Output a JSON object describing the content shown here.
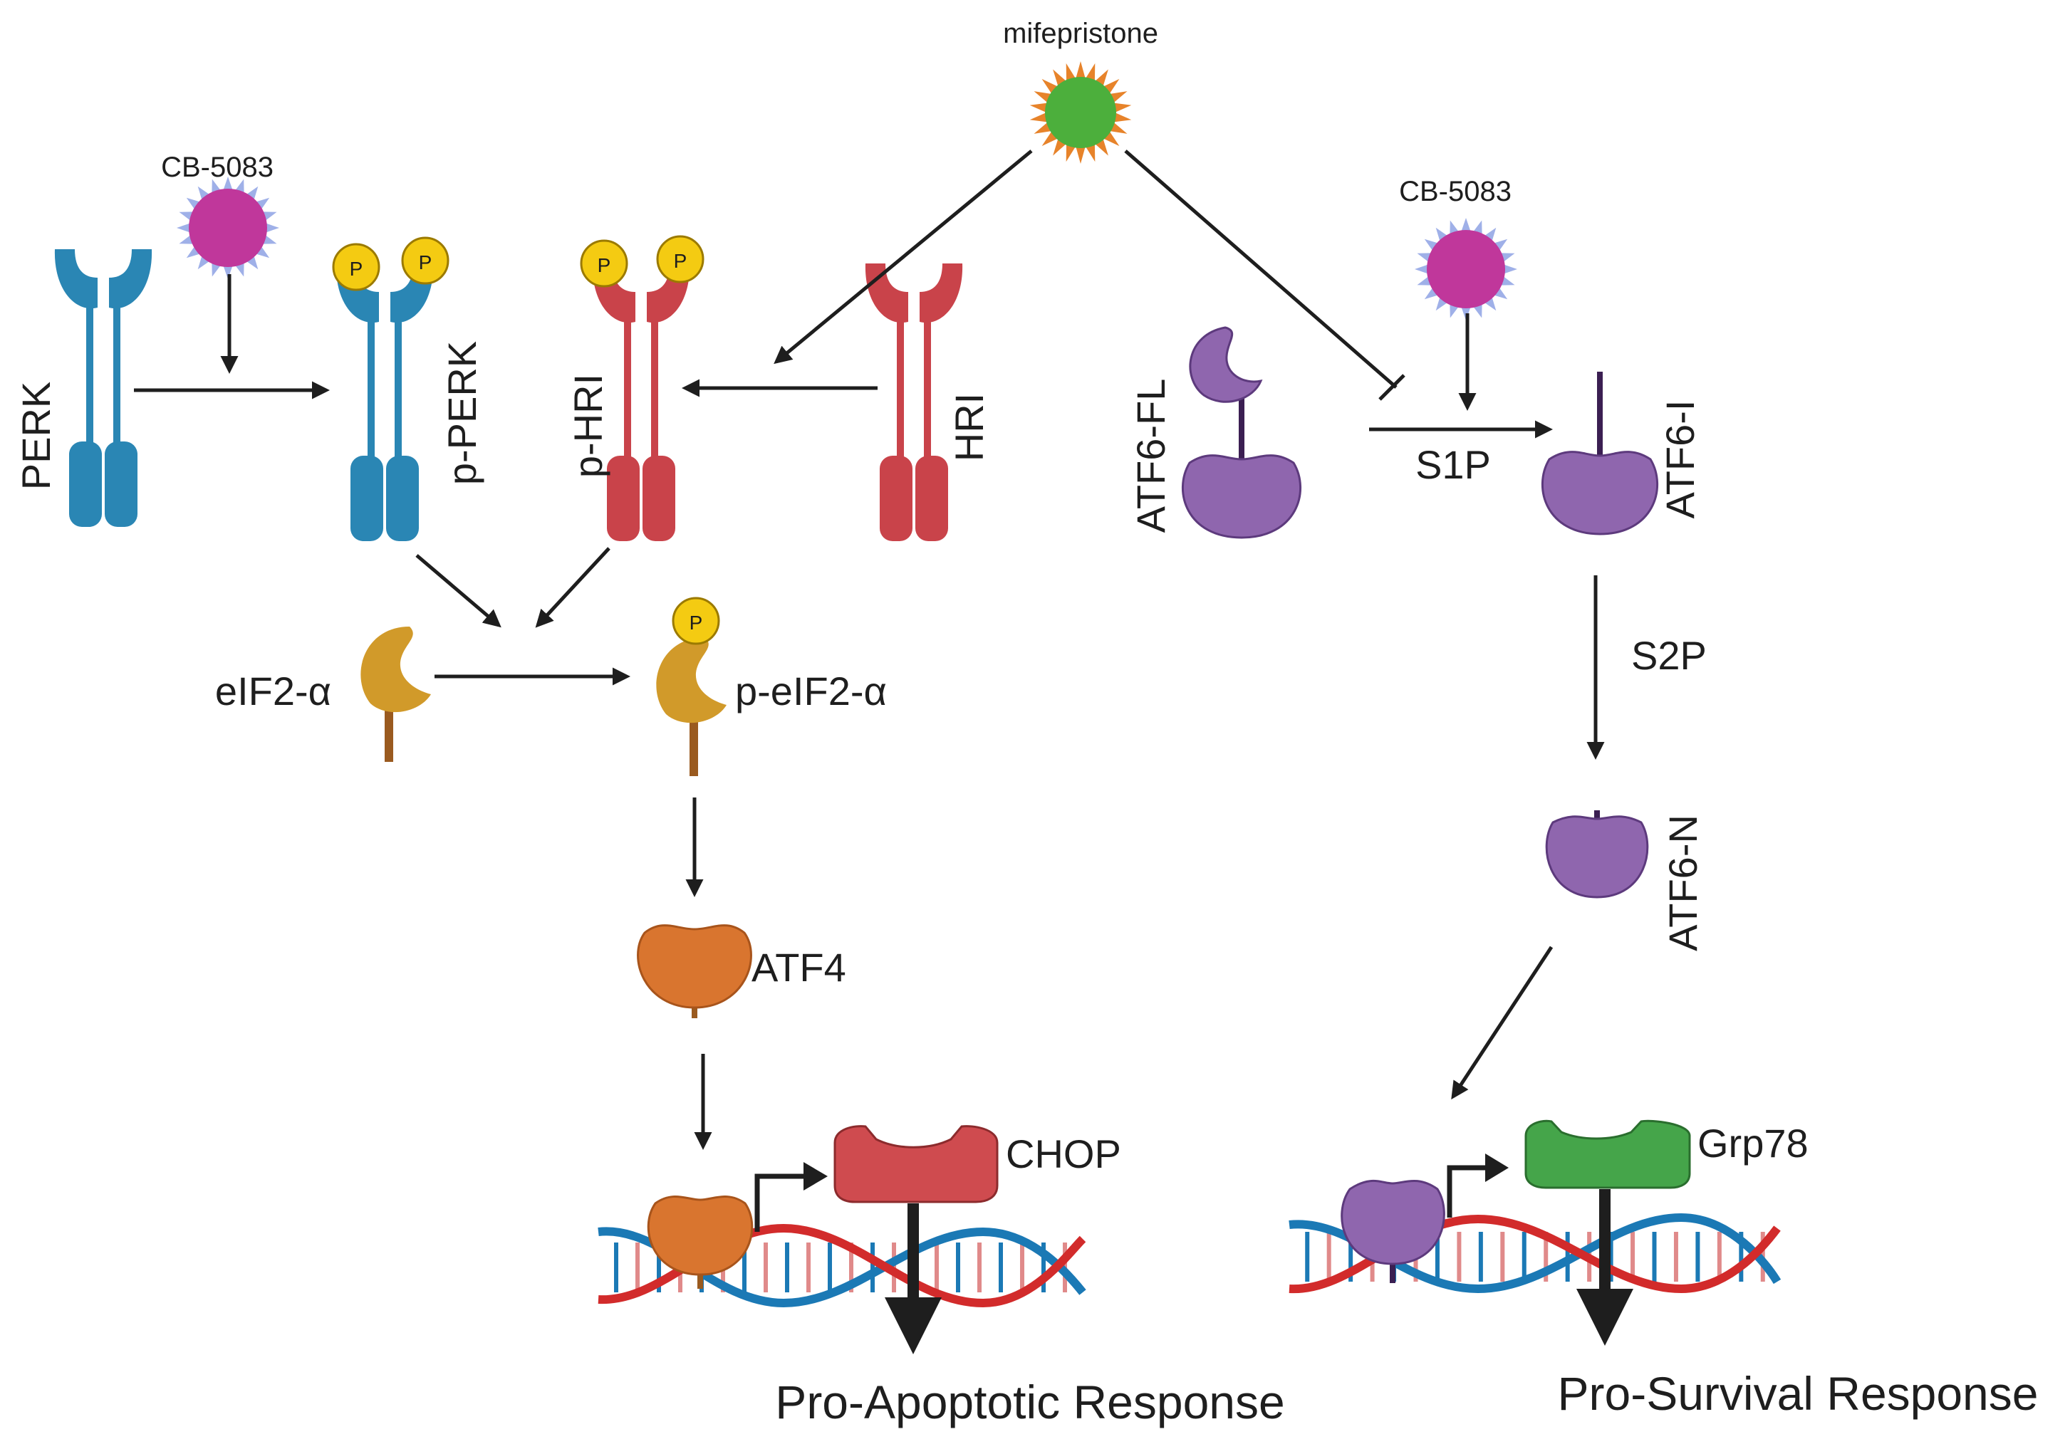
{
  "drugs": {
    "mifepristone": "mifepristone",
    "cb_left": "CB-5083",
    "cb_right": "CB-5083"
  },
  "receptors": {
    "perk": "PERK",
    "p_perk": "p-PERK",
    "p_hri": "p-HRI",
    "hri": "HRI"
  },
  "phospho_label": "P",
  "eif": {
    "eif2a": "eIF2-α",
    "p_eif2a": "p-eIF2-α"
  },
  "atf": {
    "atf4": "ATF4",
    "atf6_fl": "ATF6-FL",
    "atf6_i": "ATF6-I",
    "atf6_n": "ATF6-N"
  },
  "proteases": {
    "s1p": "S1P",
    "s2p": "S2P"
  },
  "targets": {
    "chop": "CHOP",
    "grp78": "Grp78"
  },
  "responses": {
    "apoptotic": "Pro-Apoptotic Response",
    "survival": "Pro-Survival Response"
  },
  "colors": {
    "perk_blue": "#2a86b4",
    "hri_red": "#c9434a",
    "eif_gold": "#d19a2a",
    "atf4_orange": "#d9752f",
    "atf6_purple": "#8f66ae",
    "chop_red": "#cf4b4f",
    "grp78_green": "#45a54a",
    "cb_magenta": "#c0379b",
    "mife_green": "#4caf3c",
    "phospho_yellow": "#f4cb12",
    "dna_red": "#d22b2b",
    "dna_blue": "#1b79b5"
  }
}
